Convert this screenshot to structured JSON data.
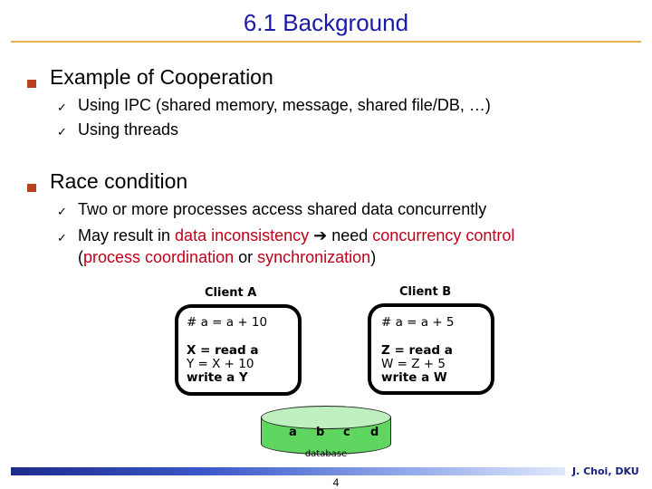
{
  "slide": {
    "title": "6.1 Background",
    "sections": [
      {
        "heading": "Example of Cooperation",
        "items": [
          "Using IPC (shared memory, message, shared file/DB, …)",
          "Using threads"
        ]
      },
      {
        "heading": "Race condition",
        "items": [
          "Two or more processes access shared data concurrently"
        ],
        "item2": {
          "p1": "May result in ",
          "r1": "data inconsistency",
          "arrow": "➔",
          "p2": " need ",
          "r2": "concurrency control",
          "p3": "(",
          "r3": "process coordination",
          "p4": " or ",
          "r4": "synchronization",
          "p5": ")"
        }
      }
    ],
    "check_glyph": "✓"
  },
  "diagram": {
    "client_a": {
      "title": "Client A",
      "lines": [
        "# a = a + 10",
        "X = read a",
        "Y = X + 10",
        "write a Y"
      ]
    },
    "client_b": {
      "title": "Client B",
      "lines": [
        "# a = a + 5",
        "Z = read a",
        "W = Z + 5",
        "write a W"
      ]
    },
    "database": {
      "letters": [
        "a",
        "b",
        "c",
        "d"
      ],
      "label": "database",
      "colors": {
        "top": "#bff0bf",
        "body": "#5fd65f"
      }
    }
  },
  "footer": {
    "page_number": "4",
    "author": "J. Choi, DKU"
  },
  "colors": {
    "title": "#1a1aa6",
    "rule": "#e8b34a",
    "bullet": "#b8411e",
    "emphasis": "#c0001a"
  }
}
